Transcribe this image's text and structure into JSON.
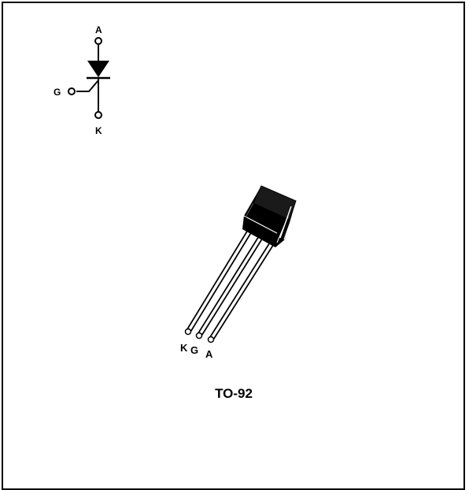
{
  "symbol": {
    "anode_label": "A",
    "gate_label": "G",
    "cathode_label": "K"
  },
  "package": {
    "pin_labels": [
      "K",
      "G",
      "A"
    ],
    "name": "TO-92"
  },
  "colors": {
    "ink": "#000000",
    "background": "#ffffff"
  }
}
